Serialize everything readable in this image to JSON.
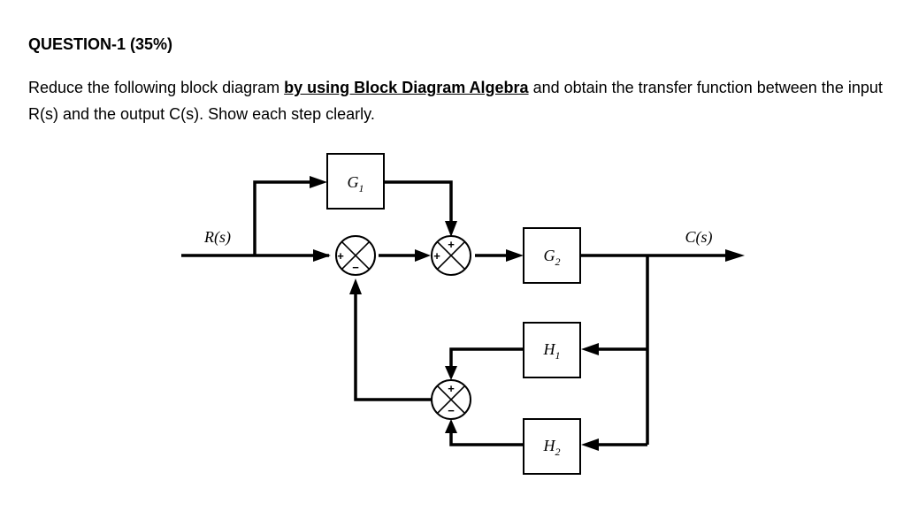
{
  "question": {
    "title": "QUESTION-1 (35%)",
    "text_before": "Reduce the following block diagram ",
    "emphasis": "by using Block Diagram Algebra",
    "text_after": " and obtain the transfer function between the input R(s) and the output C(s). Show each step clearly."
  },
  "diagram": {
    "input_label": "R(s)",
    "output_label": "C(s)",
    "blocks": {
      "g1": {
        "name": "G",
        "sub": "1"
      },
      "g2": {
        "name": "G",
        "sub": "2"
      },
      "h1": {
        "name": "H",
        "sub": "1"
      },
      "h2": {
        "name": "H",
        "sub": "2"
      }
    },
    "signs": {
      "sum1_left": "+",
      "sum1_bottom": "−",
      "sum2_left": "+",
      "sum2_top": "+",
      "sum3_top": "+",
      "sum3_bottom": "−"
    }
  }
}
